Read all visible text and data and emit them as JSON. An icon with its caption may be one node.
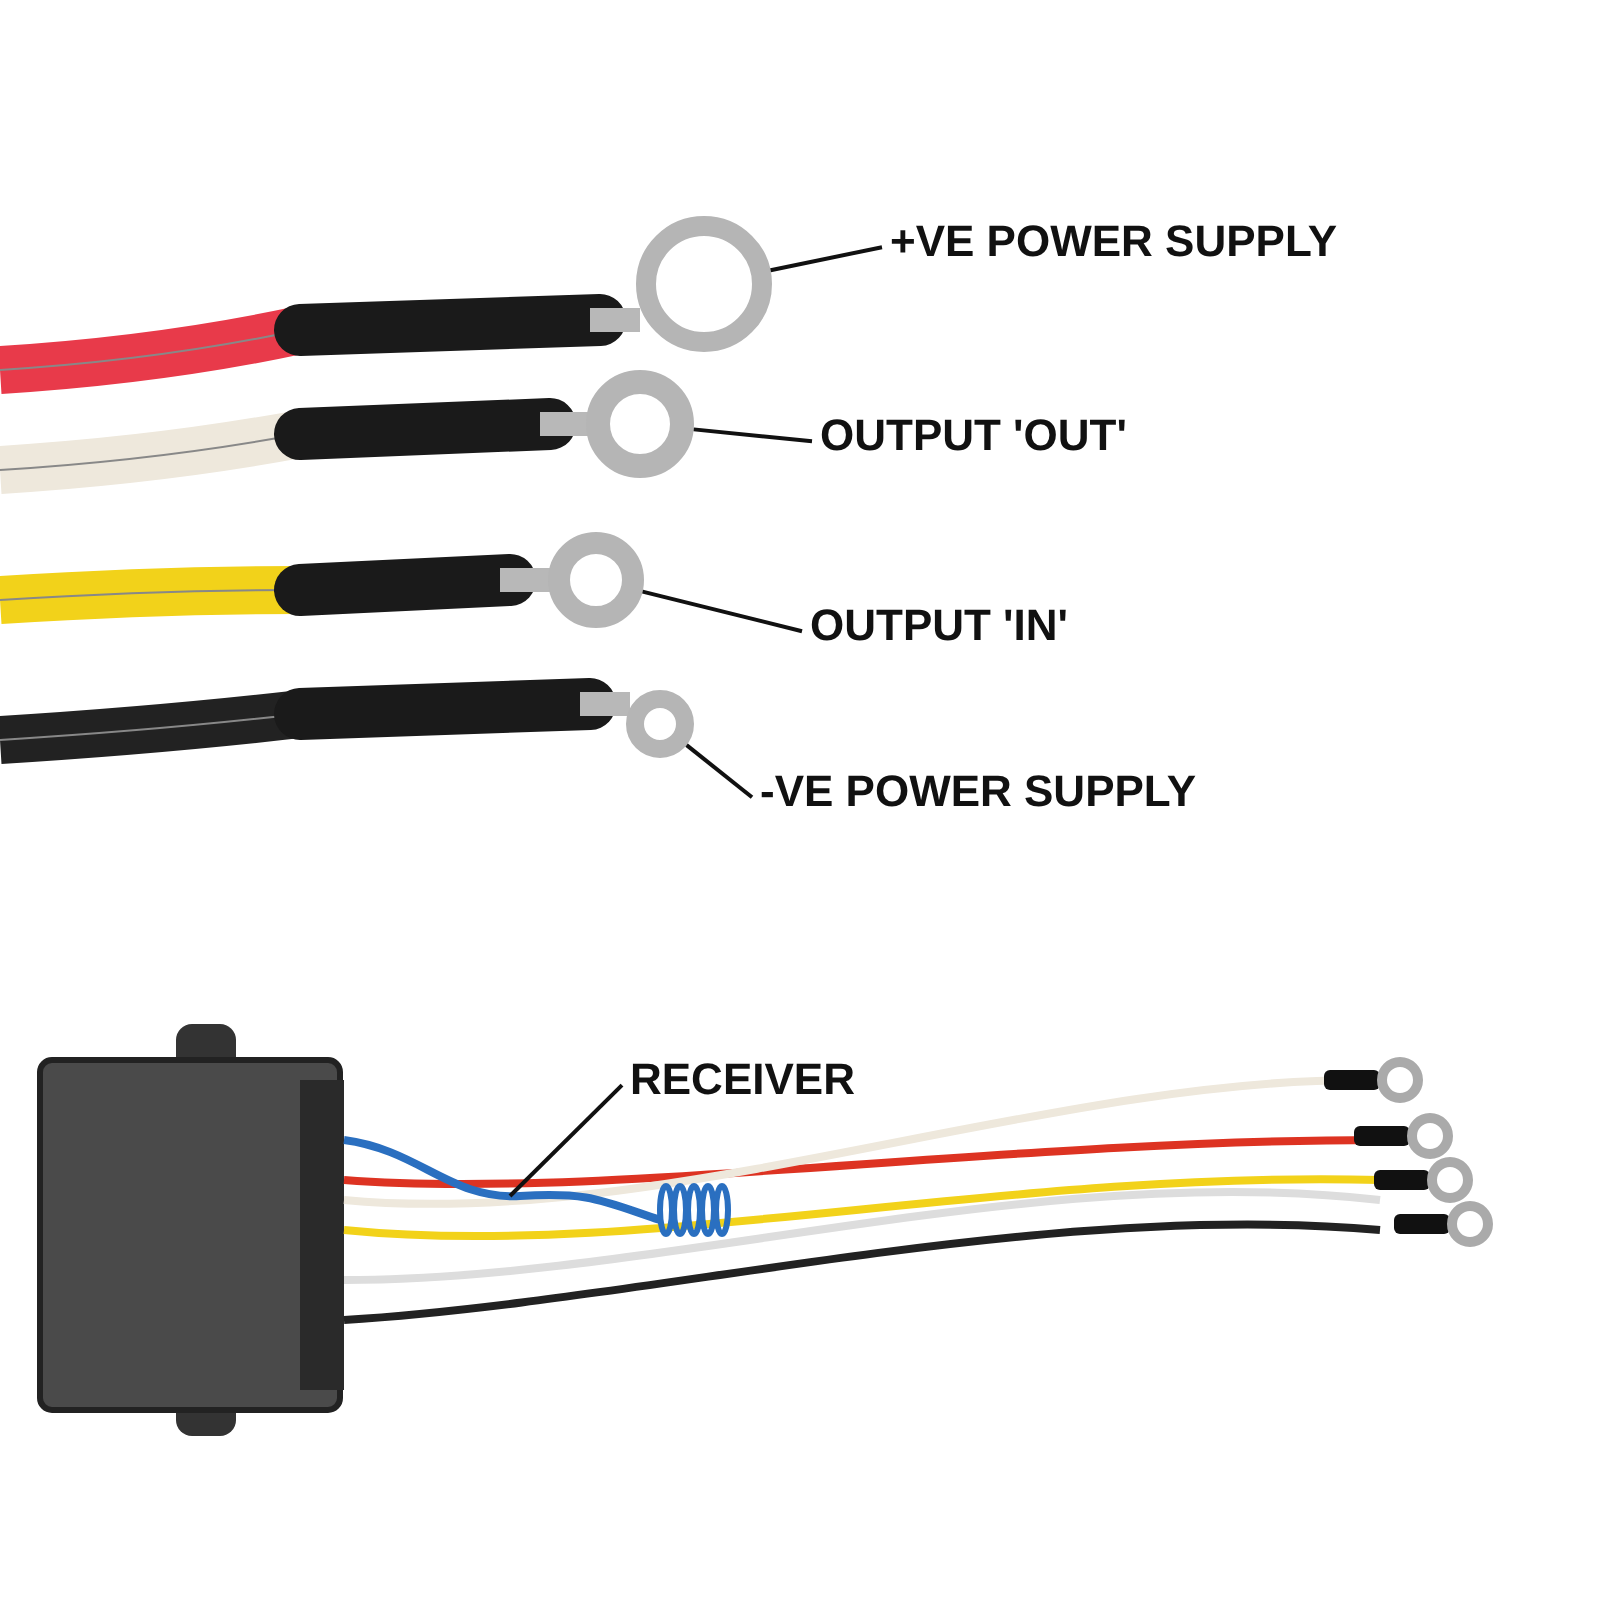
{
  "diagram": {
    "nodes": [
      {
        "text": [
          "+VE POWER SUPPLY"
        ]
      },
      {
        "text": [],
        "shape": "circle"
      },
      {
        "text": [
          "OUTPUT 'OUT'"
        ]
      },
      {
        "text": [],
        "shape": "circle"
      },
      {
        "text": [
          "OUTPUT 'IN'"
        ]
      },
      {
        "text": [],
        "shape": "circle"
      },
      {
        "text": [
          "-VE POWER SUPPLY"
        ]
      },
      {
        "text": [],
        "shape": "circle"
      },
      {
        "text": [
          "RECEIVER"
        ]
      },
      {
        "text": [],
        "shape": "line"
      }
    ],
    "edges": [
      {
        "from": 0,
        "to": 1,
        "arrow": "none"
      },
      {
        "from": 2,
        "to": 3,
        "arrow": "none"
      },
      {
        "from": 4,
        "to": 5,
        "arrow": "none"
      },
      {
        "from": 6,
        "to": 7,
        "arrow": "none"
      },
      {
        "from": 8,
        "to": 9,
        "arrow": "none"
      }
    ]
  }
}
